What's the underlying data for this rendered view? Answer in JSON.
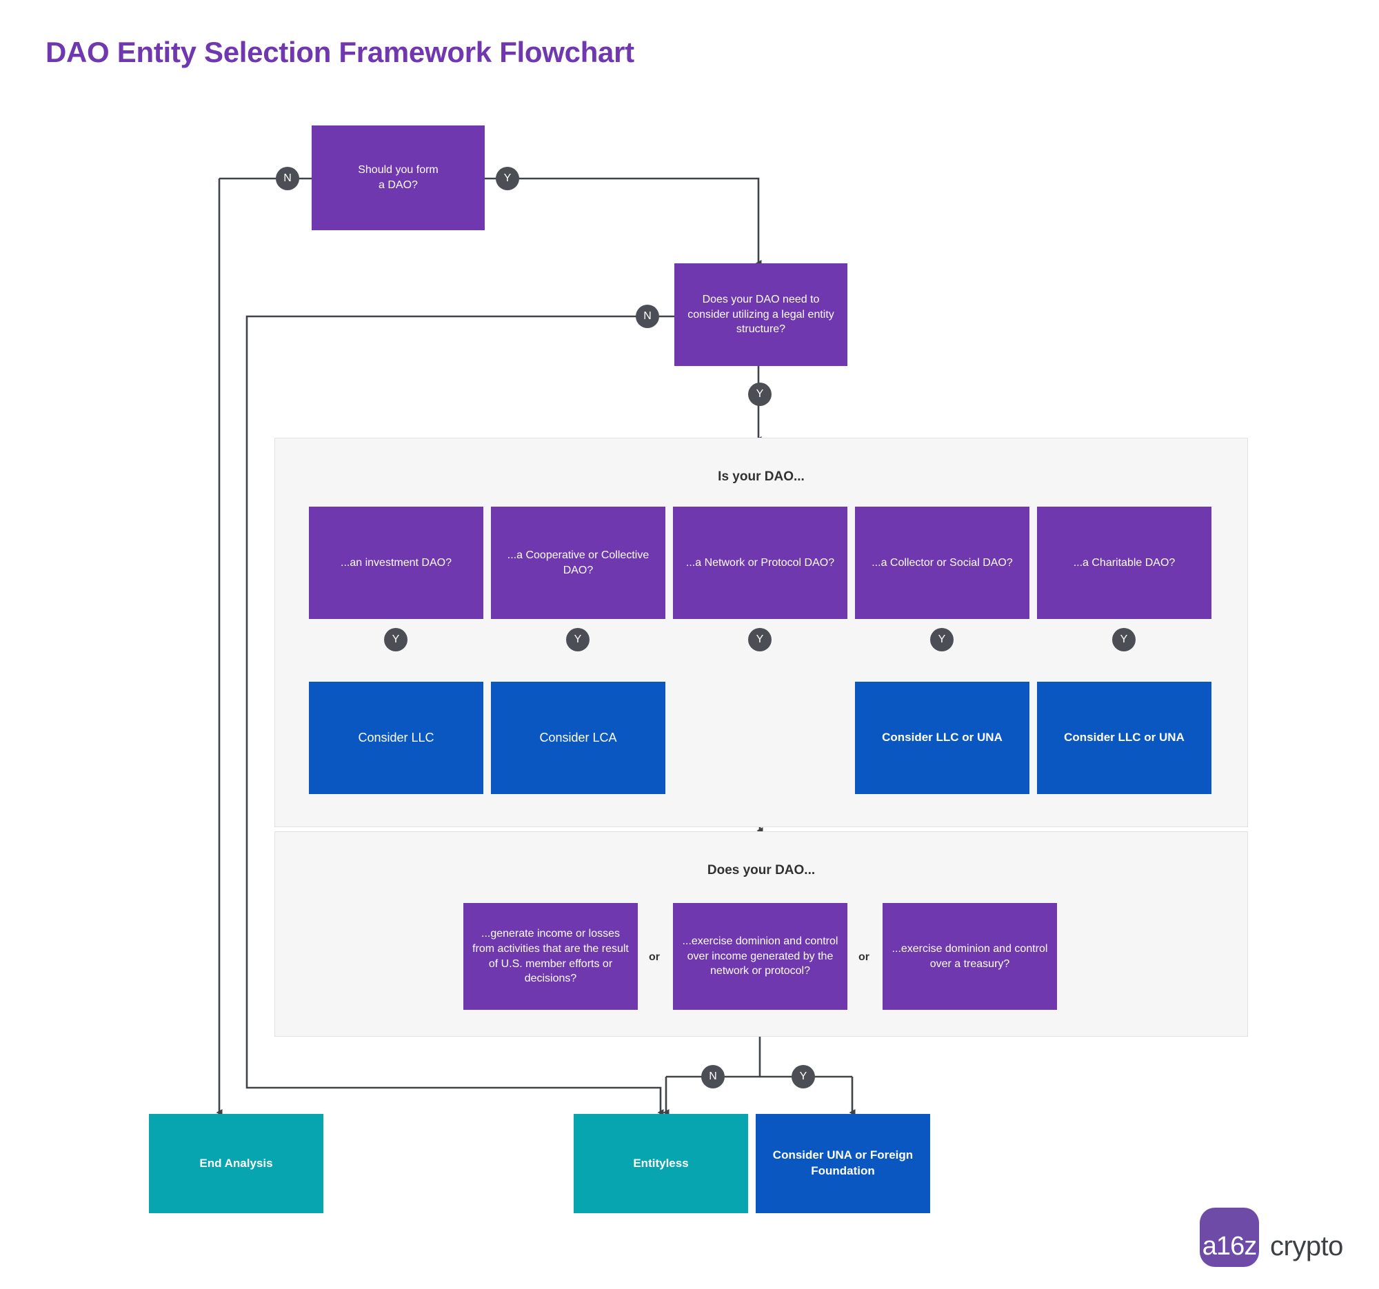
{
  "page": {
    "title": "DAO Entity Selection Framework Flowchart",
    "accent_purple": "#7038AF",
    "accent_blue": "#0A57C2",
    "accent_teal": "#07A5B0",
    "badge_gray": "#4b4f55",
    "panel_bg": "#f6f6f7"
  },
  "nodes": {
    "start": {
      "label": "Should you form\na DAO?",
      "type": "decision",
      "color": "purple"
    },
    "legal_entity": {
      "label": "Does your DAO need to consider utilizing a legal entity structure?",
      "type": "decision",
      "color": "purple"
    },
    "end_analysis": {
      "label": "End Analysis",
      "type": "terminal",
      "color": "teal"
    },
    "entityless": {
      "label": "Entityless",
      "type": "terminal",
      "color": "teal"
    },
    "foreign_foundation": {
      "label": "Consider UNA or Foreign Foundation",
      "type": "outcome",
      "color": "blue"
    }
  },
  "section_is_your_dao": {
    "title": "Is your DAO...",
    "questions": [
      {
        "label": "...an investment DAO?",
        "outcome": "Consider LLC",
        "branch": "Y"
      },
      {
        "label": "...a Cooperative or Collective DAO?",
        "outcome": "Consider LCA",
        "branch": "Y"
      },
      {
        "label": "...a Network or Protocol DAO?",
        "outcome": null,
        "branch": "Y"
      },
      {
        "label": "...a Collector or Social DAO?",
        "outcome": "Consider LLC or UNA",
        "branch": "Y"
      },
      {
        "label": "...a Charitable DAO?",
        "outcome": "Consider LLC or UNA",
        "branch": "Y"
      }
    ]
  },
  "section_does_your_dao": {
    "title": "Does your DAO...",
    "conjunction": "or",
    "questions": [
      {
        "label": "...generate income or losses from activities that are the result of U.S. member efforts or decisions?"
      },
      {
        "label": "...exercise dominion and control over income generated by the network or protocol?"
      },
      {
        "label": "...exercise dominion and control over a treasury?"
      }
    ]
  },
  "branch_badges": {
    "start_no": "N",
    "start_yes": "Y",
    "legal_no": "N",
    "legal_yes": "Y",
    "q1_yes": "Y",
    "q2_yes": "Y",
    "q3_yes": "Y",
    "q4_yes": "Y",
    "q5_yes": "Y",
    "final_no": "N",
    "final_yes": "Y"
  },
  "logo": {
    "badge_text": "a16z",
    "word_text": "crypto",
    "badge_color": "#6F4BA8",
    "word_color": "#3d4145"
  }
}
